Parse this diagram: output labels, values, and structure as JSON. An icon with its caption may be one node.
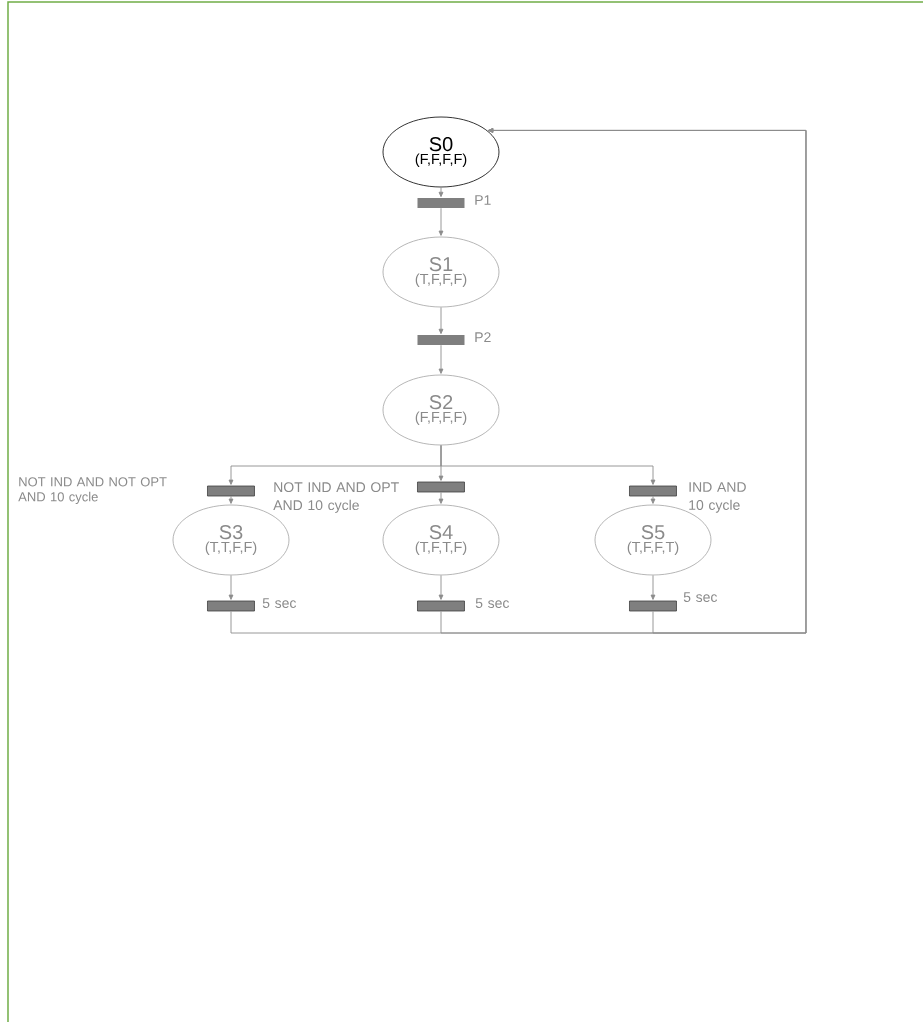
{
  "diagram": {
    "nodes": [
      {
        "text": [
          "S0",
          "(F,F,F,F)"
        ]
      },
      {
        "text": [],
        "shape": "bar",
        "beside": [
          "P1"
        ]
      },
      {
        "text": [
          "S1",
          "(T,F,F,F)"
        ]
      },
      {
        "text": [],
        "shape": "bar",
        "beside": [
          "P2"
        ]
      },
      {
        "text": [
          "S2",
          "(F,F,F,F)"
        ]
      },
      {
        "text": [],
        "shape": "bar"
      },
      {
        "text": [],
        "shape": "bar"
      },
      {
        "text": [],
        "shape": "bar"
      },
      {
        "text": [
          "S3",
          "(T,T,F,F)"
        ]
      },
      {
        "text": [
          "S4",
          "(T,F,T,F)"
        ]
      },
      {
        "text": [
          "S5",
          "(T,F,F,T)"
        ]
      },
      {
        "text": [],
        "shape": "bar",
        "beside": [
          "5 sec"
        ]
      },
      {
        "text": [],
        "shape": "bar",
        "beside": [
          "5 sec"
        ]
      },
      {
        "text": [],
        "shape": "bar",
        "beside": [
          "5 sec"
        ]
      }
    ],
    "edges": [
      {
        "from": 0,
        "to": 1,
        "arrow": "to"
      },
      {
        "from": 1,
        "to": 2,
        "arrow": "to"
      },
      {
        "from": 2,
        "to": 3,
        "arrow": "to"
      },
      {
        "from": 3,
        "to": 4,
        "arrow": "to"
      },
      {
        "from": 4,
        "to": 5,
        "arrow": "to"
      },
      {
        "from": 4,
        "to": 6,
        "arrow": "to"
      },
      {
        "from": 4,
        "to": 7,
        "arrow": "to"
      },
      {
        "from": 5,
        "to": 8,
        "arrow": "to"
      },
      {
        "from": 6,
        "to": 9,
        "arrow": "to"
      },
      {
        "from": 7,
        "to": 10,
        "arrow": "to"
      },
      {
        "from": 8,
        "to": 11,
        "arrow": "to"
      },
      {
        "from": 9,
        "to": 12,
        "arrow": "to"
      },
      {
        "from": 10,
        "to": 13,
        "arrow": "to"
      },
      {
        "from": 11,
        "to": 0,
        "arrow": "to"
      },
      {
        "from": 12,
        "to": 0,
        "arrow": "to"
      },
      {
        "from": 13,
        "to": 0,
        "arrow": "to"
      }
    ],
    "labels": [
      "NOT IND AND NOT OPT AND 10 cycle",
      "NOT IND AND OPT AND 10 cycle",
      "IND AND 10 cycle"
    ]
  }
}
